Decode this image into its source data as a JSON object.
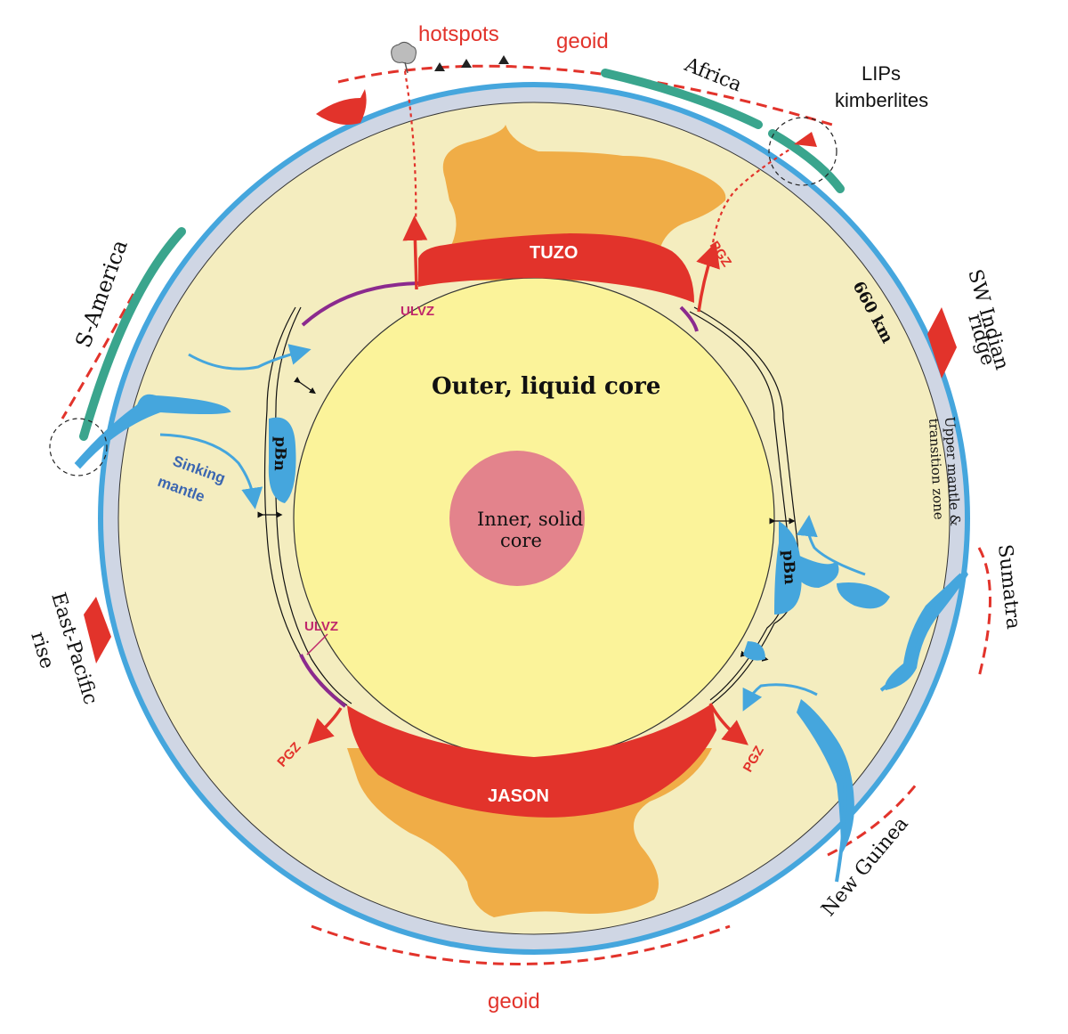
{
  "labels": {
    "hotspots": "hotspots",
    "geoid_top": "geoid",
    "geoid_bottom": "geoid",
    "africa": "Africa",
    "lips": "LIPs",
    "kimberlites": "kimberlites",
    "s_america": "S-America",
    "sw_indian_1": "SW Indian",
    "sw_indian_2": "ridge",
    "depth_660": "660 km",
    "upper_mantle_1": "Upper mantle &",
    "upper_mantle_2": "transition zone",
    "sumatra": "Sumatra",
    "east_pacific_1": "East-Pacific",
    "east_pacific_2": "rise",
    "new_guinea": "New Guinea",
    "tuzo": "TUZO",
    "jason": "JASON",
    "outer_core": "Outer, liquid core",
    "inner_core_1": "Inner, solid",
    "inner_core_2": "core",
    "ulvz_top": "ULVZ",
    "ulvz_bottom": "ULVZ",
    "pgz_top": "PGZ",
    "pgz_bottom_left": "PGZ",
    "pgz_bottom_right": "PGZ",
    "pbn_left": "pBn",
    "pbn_right": "pBn",
    "sinking_1": "Sinking",
    "sinking_2": "mantle"
  },
  "colors": {
    "surface_blue": "#45a6dd",
    "upper_mantle": "#cfd6e4",
    "lower_mantle": "#f4edbf",
    "outer_core": "#fbf39a",
    "inner_core": "#e3838c",
    "llsvp_red": "#e2332b",
    "llsvp_orange": "#f0ad47",
    "continent_green": "#3aa58d",
    "geoid_red": "#e2332b",
    "ulvz_purple": "#8b2a8e",
    "label_red": "#e2332b",
    "label_blue": "#3b66b0",
    "label_magenta": "#c0276b"
  }
}
